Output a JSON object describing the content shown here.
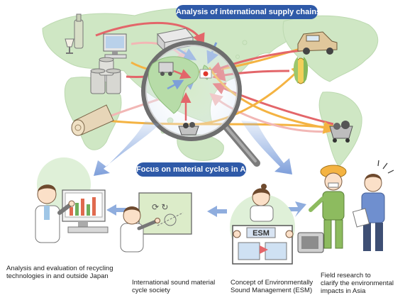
{
  "banners": {
    "top": "Analysis of international supply chains",
    "middle": "Focus on material cycles in Asia"
  },
  "captions": [
    {
      "id": "analysis",
      "lines": [
        "Analysis and evaluation of recycling",
        "technologies in and outside Japan"
      ]
    },
    {
      "id": "society",
      "lines": [
        "International sound material",
        "cycle society"
      ]
    },
    {
      "id": "esm",
      "lines": [
        "Concept of Environmentally",
        "Sound Management (ESM)"
      ]
    },
    {
      "id": "field",
      "lines": [
        "Field research to",
        "clarify the environmental",
        "impacts in Asia"
      ]
    }
  ],
  "board_label": "ESM",
  "colors": {
    "banner_blue": "#2f5aa8",
    "land_green": "#cfe7c4",
    "arrow_red": "#e3666a",
    "arrow_orange": "#f4b342",
    "arrow_blue": "#7d9fd8",
    "flow_blue": "#9bb3e0"
  },
  "icons": [
    "wine-bottle-icon",
    "computer-icon",
    "oil-drums-icon",
    "timber-log-icon",
    "container-icon",
    "car-icon",
    "corn-icon",
    "mine-cart-icon",
    "magnifying-glass-icon",
    "japan-flag-icon"
  ]
}
